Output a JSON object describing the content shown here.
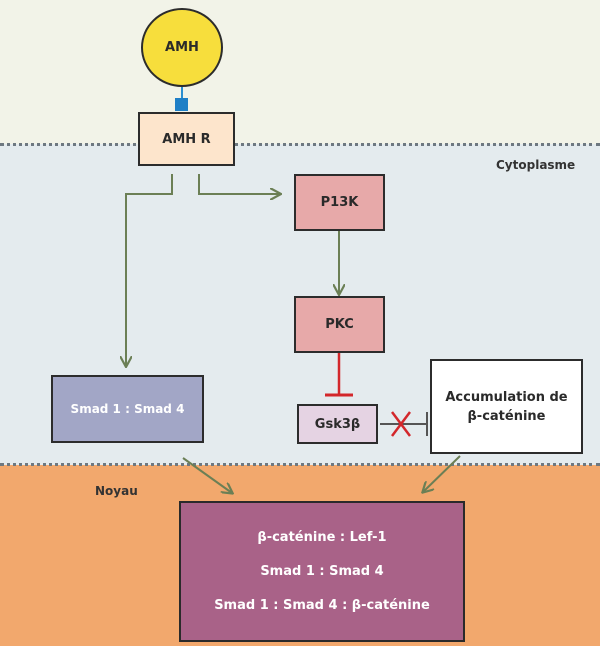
{
  "nodes": {
    "amh": "AMH",
    "amh_receptor": "AMH R",
    "p13k": "P13K",
    "pkc": "PKC",
    "gsk3b": "Gsk3β",
    "smad14": "Smad 1 : Smad 4",
    "accumulation_line1": "Accumulation de",
    "accumulation_line2": "β-caténine"
  },
  "nucleus_complex": {
    "line1": "β-caténine : Lef-1",
    "line2": "Smad 1 : Smad 4",
    "line3": "Smad 1 : Smad 4 : β-caténine"
  },
  "regions": {
    "cytoplasm": "Cytoplasme",
    "nucleus": "Noyau"
  },
  "colors": {
    "arrow": "#6b7f55",
    "inhibit": "#d3272b",
    "amh_fill": "#f7de3c",
    "receptor_fill": "#fde5cc",
    "kinase_fill": "#e7a9a9",
    "smad_fill": "#a2a6c6",
    "gsk_fill": "#e5d3e3",
    "complex_fill": "#a96288",
    "nucleus_bg": "#f2a86d",
    "cytoplasm_bg": "#e4ebee"
  }
}
